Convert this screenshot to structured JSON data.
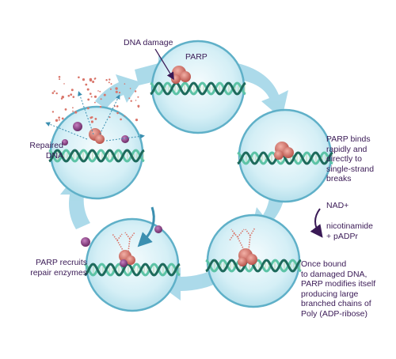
{
  "labels": {
    "dna_damage": "DNA damage",
    "parp": "PARP",
    "repaired": [
      "Repaired",
      "DNA"
    ],
    "binds": [
      "PARP binds",
      "rapidly and",
      "directly to",
      "single-strand",
      "breaks"
    ],
    "nad": "NAD+",
    "nicotinamide": [
      "nicotinamide",
      "+ pADPr"
    ],
    "recruits": [
      "PARP recruits",
      "repair enzymes"
    ],
    "once_bound": [
      "Once bound",
      "to damaged DNA,",
      "PARP modifies itself",
      "producing large",
      "branched chains of",
      "Poly (ADP-ribose)"
    ]
  },
  "colors": {
    "circle_fill": "#d5eff6",
    "circle_stroke": "#5fb0c8",
    "arrow": "#9dd4e6",
    "dna_dark": "#1d6a5c",
    "dna_light": "#5cc3a6",
    "parp": "#d9756a",
    "enzyme": "#8e3f86",
    "text": "#3a1a56"
  },
  "icons": [
    "parp-protein-icon",
    "repair-enzyme-icon",
    "par-chain-icon",
    "reaction-curve-arrow-icon"
  ]
}
